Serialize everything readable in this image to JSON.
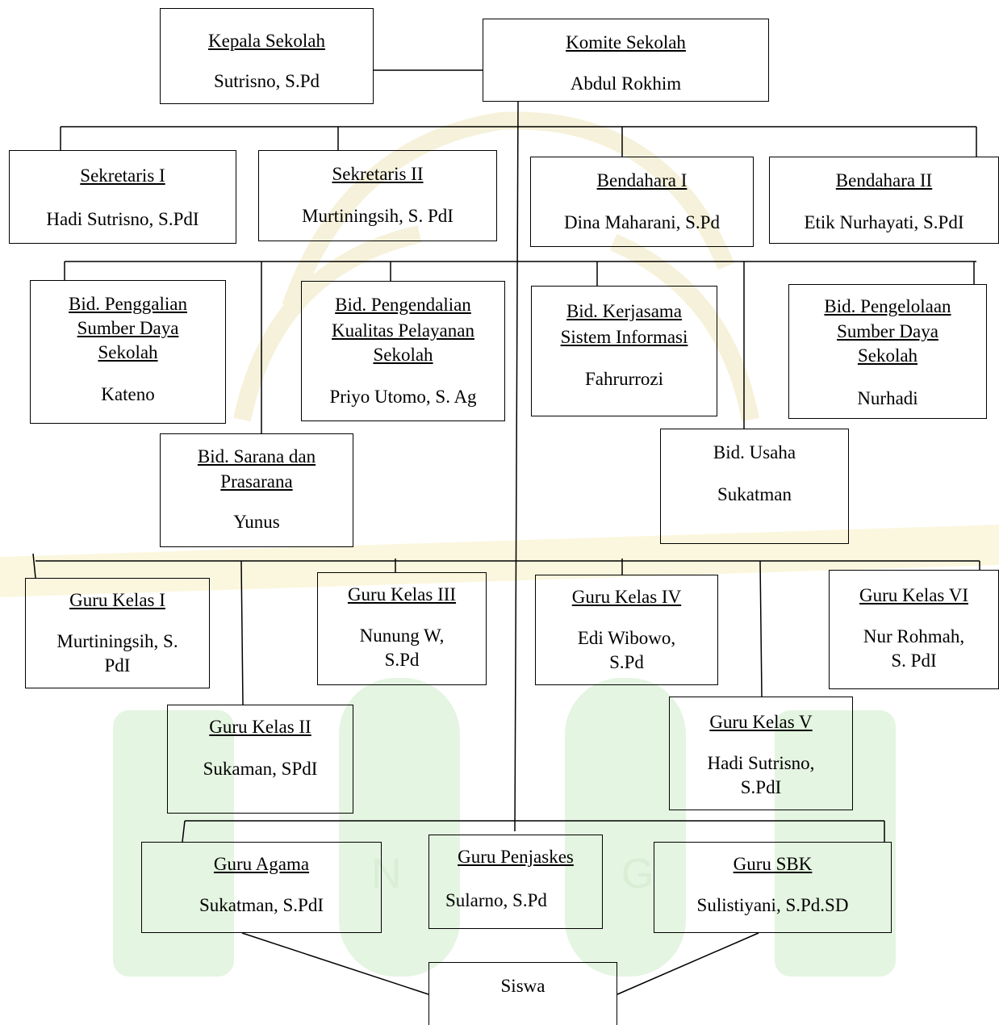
{
  "colors": {
    "line": "#000000",
    "watermark_green": "#b5e3b0",
    "watermark_yellow": "#f3e7a6"
  },
  "nodes": {
    "kepala": {
      "title": "Kepala Sekolah",
      "name": "Sutrisno, S.Pd"
    },
    "komite": {
      "title": "Komite Sekolah",
      "name": "Abdul Rokhim"
    },
    "sekretaris1": {
      "title": "Sekretaris I",
      "name": "Hadi Sutrisno, S.PdI"
    },
    "sekretaris2": {
      "title": "Sekretaris II",
      "name": "Murtiningsih, S. PdI"
    },
    "bendahara1": {
      "title": "Bendahara I",
      "name": "Dina Maharani, S.Pd"
    },
    "bendahara2": {
      "title": "Bendahara II",
      "name": "Etik Nurhayati, S.PdI"
    },
    "bid_penggalian": {
      "title": [
        "Bid. Penggalian",
        "Sumber Daya",
        "Sekolah"
      ],
      "name": "Kateno"
    },
    "bid_pengendalian": {
      "title": [
        "Bid.  Pengendalian",
        "Kualitas Pelayanan",
        "Sekolah"
      ],
      "name": "Priyo Utomo, S. Ag"
    },
    "bid_kerjasama": {
      "title": [
        "Bid. Kerjasama",
        "Sistem Informasi"
      ],
      "name": "Fahrurrozi"
    },
    "bid_pengelolaan": {
      "title": [
        "Bid. Pengelolaan",
        "Sumber Daya",
        "Sekolah"
      ],
      "name": "Nurhadi"
    },
    "bid_sarana": {
      "title": [
        "Bid. Sarana dan",
        "Prasarana"
      ],
      "name": "Yunus"
    },
    "bid_usaha": {
      "title": "Bid. Usaha",
      "name": "Sukatman"
    },
    "guru1": {
      "title": "Guru Kelas I",
      "name": [
        "Murtiningsih, S.",
        "PdI"
      ]
    },
    "guru2": {
      "title": "Guru Kelas II",
      "name": "Sukaman, SPdI"
    },
    "guru3": {
      "title": "Guru Kelas III",
      "name": [
        "Nunung W,",
        "S.Pd"
      ]
    },
    "guru4": {
      "title": "Guru Kelas IV",
      "name": [
        "Edi Wibowo,",
        "S.Pd"
      ]
    },
    "guru5": {
      "title": "Guru Kelas V",
      "name": [
        "Hadi Sutrisno,",
        "S.PdI"
      ]
    },
    "guru6": {
      "title": "Guru Kelas VI",
      "name": [
        "Nur Rohmah,",
        "S. PdI"
      ]
    },
    "guru_agama": {
      "title": "Guru Agama",
      "name": "Sukatman, S.PdI"
    },
    "guru_penjaskes": {
      "title": "Guru Penjaskes",
      "name": "Sularno, S.Pd"
    },
    "guru_sbk": {
      "title": "Guru SBK",
      "name": "Sulistiyani, S.Pd.SD"
    },
    "siswa": {
      "title": "Siswa"
    }
  }
}
